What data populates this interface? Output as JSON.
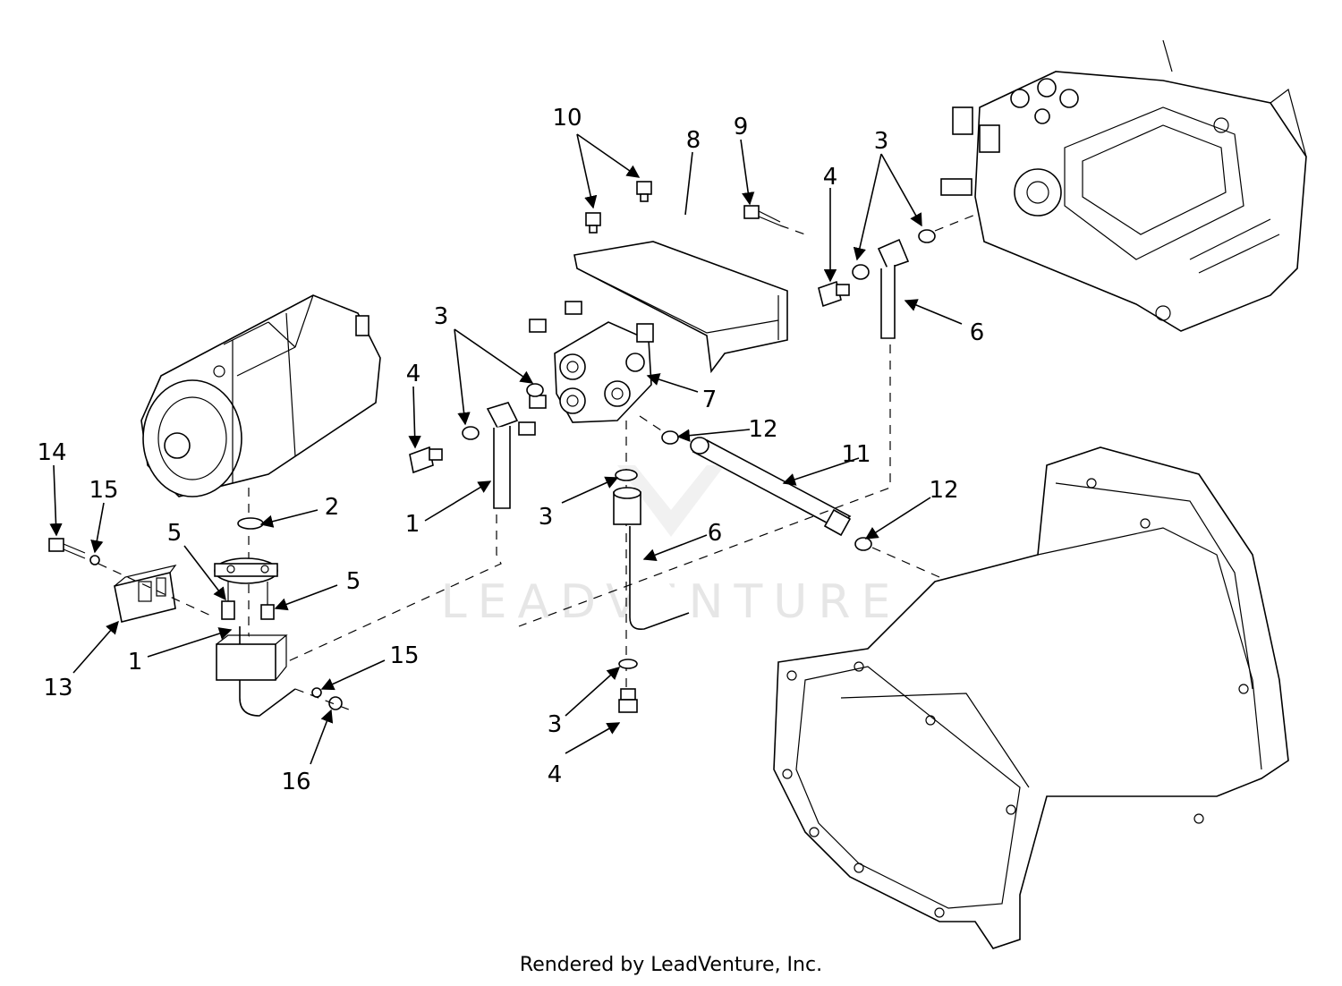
{
  "watermark": "LEADVENTURE",
  "footer": "Rendered by LeadVenture, Inc.",
  "callouts": [
    "10",
    "8",
    "9",
    "3",
    "4",
    "3",
    "6",
    "3",
    "4",
    "7",
    "12",
    "11",
    "1",
    "3",
    "6",
    "12",
    "14",
    "15",
    "2",
    "5",
    "5",
    "13",
    "1",
    "15",
    "16",
    "3",
    "4"
  ]
}
